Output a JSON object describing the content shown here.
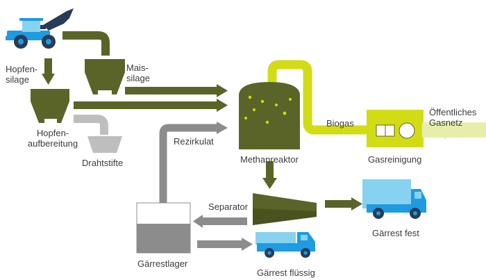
{
  "labels": {
    "hopfen_silage": [
      "Hopfen-",
      "silage"
    ],
    "mais_silage": [
      "Mais-",
      "silage"
    ],
    "hopfen_aufbereitung": [
      "Hopfen-",
      "aufbereitung"
    ],
    "drahtstifte": "Drahtstifte",
    "rezirkulat": "Rezirkulat",
    "methanreaktor": "Methanreaktor",
    "biogas": "Biogas",
    "gasreinigung": "Gasreinigung",
    "oeffentliches_gasnetz": [
      "Öffentliches",
      "Gasnetz"
    ],
    "separator": "Separator",
    "gaerrestlager": "Gärrestlager",
    "gaerrest_fest": "Gärrest fest",
    "gaerrest_fluessig": "Gärrest flüssig"
  },
  "colors": {
    "olive": "#5a6428",
    "lime": "#d2dc14",
    "lime_light": "#e6eeaa",
    "gray": "#8c8c8c",
    "gray_light": "#bebebe",
    "blue": "#1e9be1",
    "blue_light": "#87d2f0",
    "dark": "#283c55"
  }
}
